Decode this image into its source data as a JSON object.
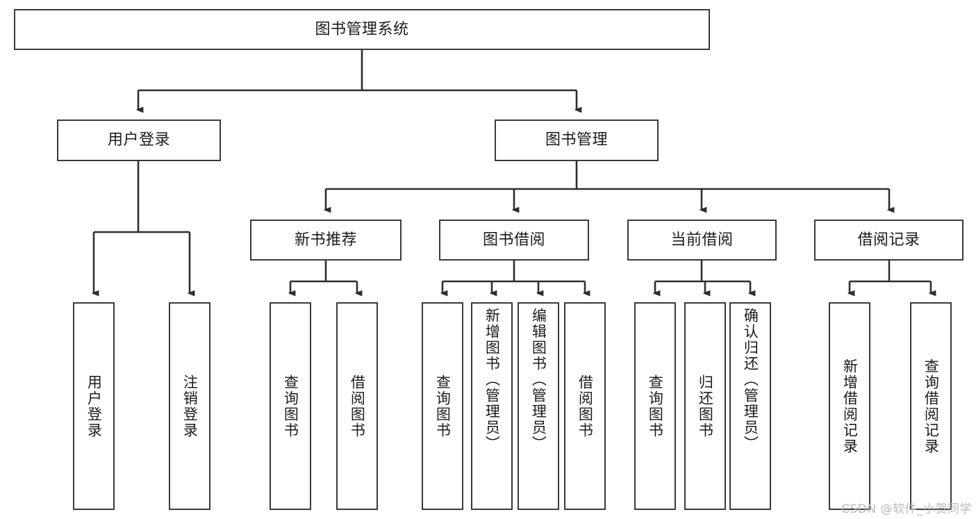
{
  "diagram": {
    "type": "tree",
    "title": "图书管理系统",
    "orientation": "top-down",
    "colors": {
      "box_border": "#3a3a3a",
      "box_fill": "#ffffff",
      "edge": "#2e2e2e",
      "text": "#1b1b1b",
      "watermark": "#b9b9b9"
    },
    "nodes": {
      "root": {
        "label": "图书管理系统",
        "level": 0,
        "text_direction": "horizontal"
      },
      "user_login": {
        "label": "用户登录",
        "level": 1,
        "text_direction": "horizontal"
      },
      "book_manage": {
        "label": "图书管理",
        "level": 1,
        "text_direction": "horizontal"
      },
      "new_book_rec": {
        "label": "新书推荐",
        "level": 2,
        "text_direction": "horizontal"
      },
      "book_borrow": {
        "label": "图书借阅",
        "level": 2,
        "text_direction": "horizontal"
      },
      "current_borrow": {
        "label": "当前借阅",
        "level": 2,
        "text_direction": "horizontal"
      },
      "borrow_record": {
        "label": "借阅记录",
        "level": 2,
        "text_direction": "horizontal"
      },
      "leaf_user_login": {
        "label": "用户登录",
        "level": 3,
        "text_direction": "vertical"
      },
      "leaf_logout": {
        "label": "注销登录",
        "level": 3,
        "text_direction": "vertical"
      },
      "leaf_query_book_1": {
        "label": "查询图书",
        "level": 3,
        "text_direction": "vertical"
      },
      "leaf_borrow_book_1": {
        "label": "借阅图书",
        "level": 3,
        "text_direction": "vertical"
      },
      "leaf_query_book_2": {
        "label": "查询图书",
        "level": 3,
        "text_direction": "vertical"
      },
      "leaf_add_book": {
        "label": "新增图书（管理员）",
        "level": 3,
        "text_direction": "vertical"
      },
      "leaf_edit_book": {
        "label": "编辑图书（管理员）",
        "level": 3,
        "text_direction": "vertical"
      },
      "leaf_borrow_book_2": {
        "label": "借阅图书",
        "level": 3,
        "text_direction": "vertical"
      },
      "leaf_query_book_3": {
        "label": "查询图书",
        "level": 3,
        "text_direction": "vertical"
      },
      "leaf_return_book": {
        "label": "归还图书",
        "level": 3,
        "text_direction": "vertical"
      },
      "leaf_confirm_return": {
        "label": "确认归还（管理员）",
        "level": 3,
        "text_direction": "vertical"
      },
      "leaf_add_record": {
        "label": "新增借阅记录",
        "level": 3,
        "text_direction": "vertical"
      },
      "leaf_query_record": {
        "label": "查询借阅记录",
        "level": 3,
        "text_direction": "vertical"
      }
    },
    "edges": [
      {
        "from": "root",
        "to": "user_login"
      },
      {
        "from": "root",
        "to": "book_manage"
      },
      {
        "from": "book_manage",
        "to": "new_book_rec"
      },
      {
        "from": "book_manage",
        "to": "book_borrow"
      },
      {
        "from": "book_manage",
        "to": "current_borrow"
      },
      {
        "from": "book_manage",
        "to": "borrow_record"
      },
      {
        "from": "user_login",
        "to": "leaf_user_login"
      },
      {
        "from": "user_login",
        "to": "leaf_logout"
      },
      {
        "from": "new_book_rec",
        "to": "leaf_query_book_1"
      },
      {
        "from": "new_book_rec",
        "to": "leaf_borrow_book_1"
      },
      {
        "from": "book_borrow",
        "to": "leaf_query_book_2"
      },
      {
        "from": "book_borrow",
        "to": "leaf_add_book"
      },
      {
        "from": "book_borrow",
        "to": "leaf_edit_book"
      },
      {
        "from": "book_borrow",
        "to": "leaf_borrow_book_2"
      },
      {
        "from": "current_borrow",
        "to": "leaf_query_book_3"
      },
      {
        "from": "current_borrow",
        "to": "leaf_return_book"
      },
      {
        "from": "current_borrow",
        "to": "leaf_confirm_return"
      },
      {
        "from": "borrow_record",
        "to": "leaf_add_record"
      },
      {
        "from": "borrow_record",
        "to": "leaf_query_record"
      }
    ]
  },
  "watermark": {
    "text": "CSDN @软件_小贺同学"
  }
}
